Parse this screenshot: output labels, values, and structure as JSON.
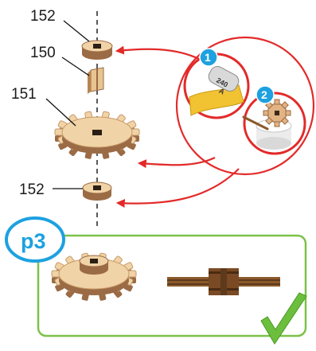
{
  "parts": {
    "top_washer": "152",
    "axle": "150",
    "gear": "151",
    "bottom_washer": "152"
  },
  "steps": {
    "step1": "1",
    "step2": "2"
  },
  "sandpaper_grit": "240",
  "sandpaper_letter": "A",
  "result": {
    "badge": "p3"
  },
  "icons": [
    "sandpaper-icon",
    "wax-candle-icon",
    "checkmark-icon"
  ],
  "colors": {
    "arrow_red": "#e32a2a",
    "step_blue": "#1da1e0",
    "frame_green": "#7cc24a",
    "check_green": "#6cbf3c",
    "wood_light": "#f0d3a6",
    "wood_dark": "#9b6b45",
    "wood_top": "#e8c493"
  }
}
